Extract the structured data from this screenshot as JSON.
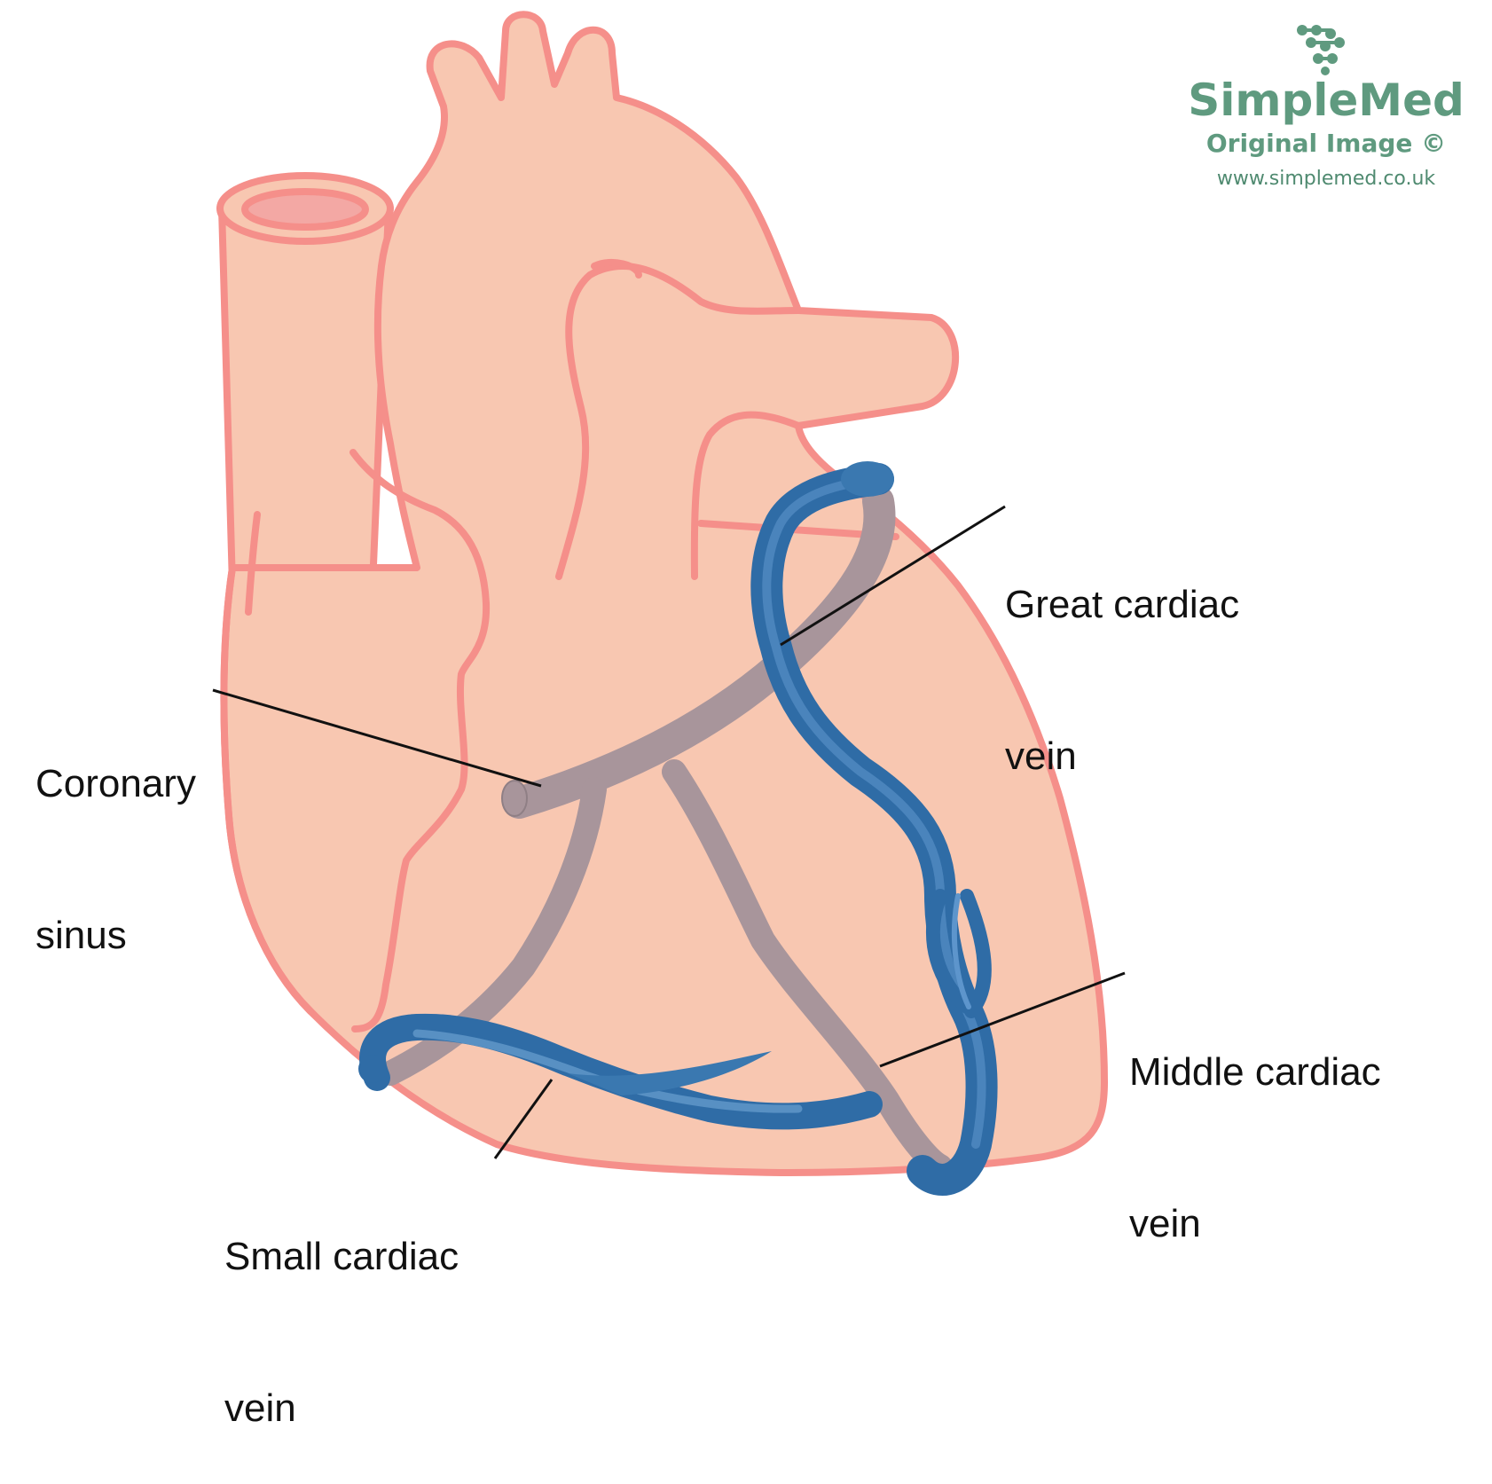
{
  "labels": {
    "coronary_sinus": [
      "Coronary",
      "sinus"
    ],
    "great_cardiac_vein": [
      "Great cardiac",
      "vein"
    ],
    "middle_cardiac_vein": [
      "Middle cardiac",
      "vein"
    ],
    "small_cardiac_vein": [
      "Small cardiac",
      "vein"
    ]
  },
  "brand": {
    "name": "SimpleMed",
    "subtitle": "Original Image ©",
    "url": "www.simplemed.co.uk",
    "logo_icon": "molecule-dots-icon"
  },
  "colors": {
    "heart_fill": "#f8c7b1",
    "heart_outline": "#f58f8a",
    "vein_blue": "#3a78b0",
    "vein_blue_light": "#6a9fd0",
    "coronary_grey": "#a8959b",
    "brand_green": "#5f9a7f"
  }
}
